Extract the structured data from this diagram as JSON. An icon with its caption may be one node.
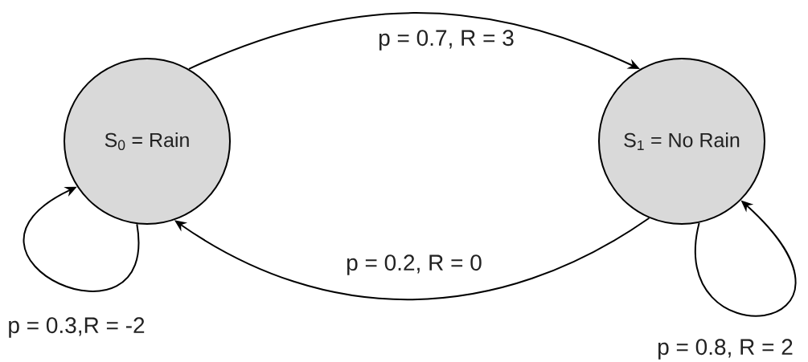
{
  "diagram": {
    "nodes": [
      {
        "text": [
          "S$_{0}$ = Rain"
        ]
      },
      {
        "text": [
          "S$_{1}$ = No Rain"
        ]
      }
    ],
    "edges": [
      {
        "from": 0,
        "to": 1,
        "arrow": "to",
        "label": "p = 0.7, R = 3"
      },
      {
        "from": 1,
        "to": 0,
        "arrow": "to",
        "label": "p = 0.2, R = 0"
      },
      {
        "from": 0,
        "to": 0,
        "arrow": "to",
        "label": "p = 0.3,R = -2"
      },
      {
        "from": 1,
        "to": 1,
        "arrow": "to",
        "label": "p = 0.8, R = 2"
      }
    ]
  }
}
